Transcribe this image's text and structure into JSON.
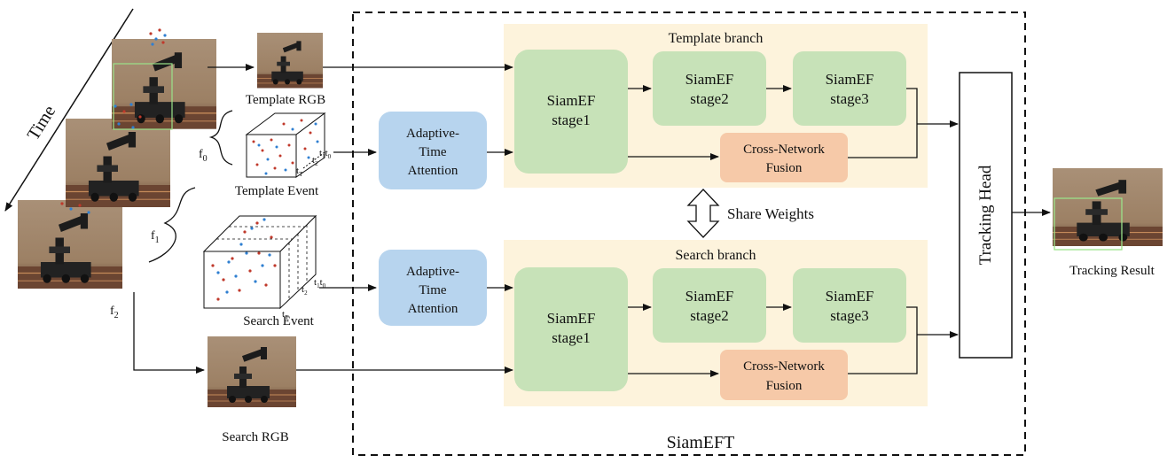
{
  "diagram": {
    "time_axis_label": "Time",
    "frames": [
      {
        "sub": "0"
      },
      {
        "sub": "1"
      },
      {
        "sub": "2"
      }
    ],
    "frame_letter": "f",
    "template_rgb_label": "Template RGB",
    "template_event_label": "Template Event",
    "search_event_label": "Search Event",
    "search_rgb_label": "Search RGB",
    "time_ticks": {
      "t0": "t",
      "s0": "0",
      "s1": "1",
      "s2": "2",
      "sT": "T"
    },
    "ate_line1": "Adaptive-",
    "ate_line2": "Time",
    "ate_line3": "Attention",
    "template_branch_title": "Template branch",
    "search_branch_title": "Search branch",
    "stage1_line1": "SiamEF",
    "stage1_line2": "stage1",
    "stage2_line1": "SiamEF",
    "stage2_line2": "stage2",
    "stage3_line1": "SiamEF",
    "stage3_line2": "stage3",
    "fusion_line1": "Cross-Network",
    "fusion_line2": "Fusion",
    "share_weights_label": "Share Weights",
    "tracking_head_label": "Tracking Head",
    "tracking_result_label": "Tracking Result",
    "model_name": "SiamEFT",
    "colors": {
      "branch_bg": "#fdf3dc",
      "stage_fill": "#c7e2b8",
      "ate_fill": "#b7d4ee",
      "fusion_fill": "#f6c9a8",
      "photo_wall": "#a48a6f",
      "photo_floor": "#6b4a35",
      "event_red": "#c0392b",
      "event_blue": "#2f7fd1",
      "bbox": "#9be38a"
    }
  }
}
